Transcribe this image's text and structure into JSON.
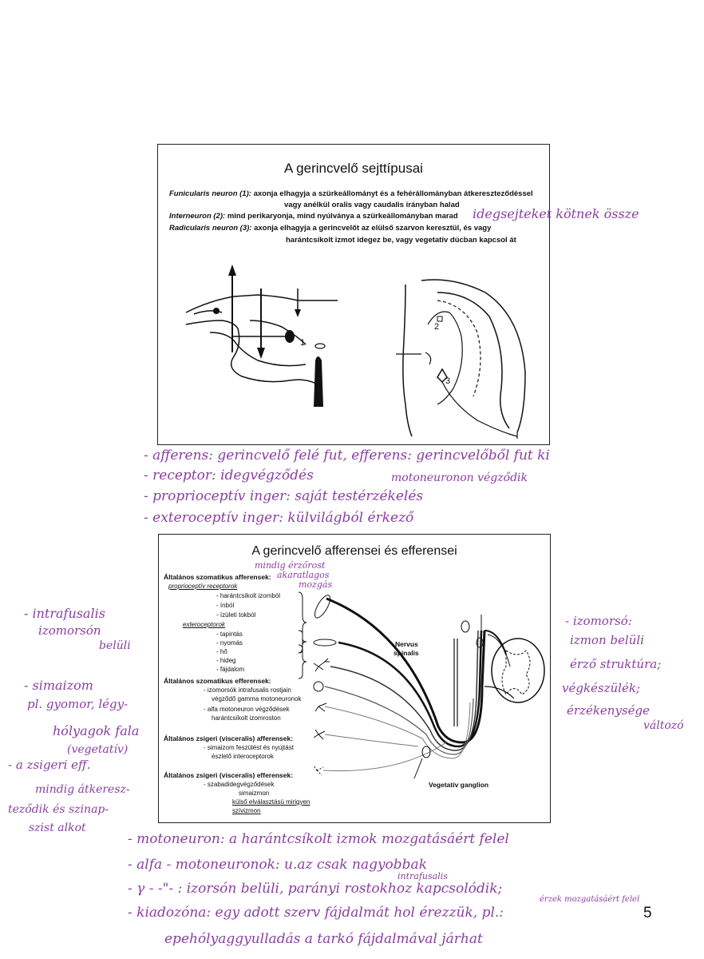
{
  "page_number": "5",
  "slide1": {
    "title": "A gerincvelő sejttípusai",
    "lines": [
      {
        "label": "Funicularis neuron (1):",
        "text": " axonja elhagyja a szürkeállományt és a fehérállományban átkereszteződéssel"
      },
      {
        "label": "",
        "text": "vagy anélkül oralis vagy caudalis irányban halad"
      },
      {
        "label": "Interneuron (2):",
        "text": " mind perikaryonja, mind nyúlványa a szürkeállományban marad"
      },
      {
        "label": "Radicularis neuron (3):",
        "text": " axonja elhagyja a gerincvelőt az elülső szarvon keresztül, és vagy"
      },
      {
        "label": "",
        "text": "harántcsíkolt izmot idegez be, vagy vegetatív dúcban kapcsol át"
      }
    ],
    "diagram_labels": [
      "1",
      "2",
      "3"
    ]
  },
  "notes_top": {
    "interneuron_note": "idegsejteket kötnek össze",
    "lines": [
      "- afferens: gerincvelő felé fut, efferens: gerincvelőből fut ki",
      "- receptor: idegvégződés",
      "- proprioceptív inger: saját testérzékelés",
      "- exteroceptív inger: külvilágból érkező"
    ],
    "motoneuron_note": "motoneuronon végződik"
  },
  "slide2": {
    "title": "A gerincvelő afferensei és efferensei",
    "sections": {
      "szom_aff": {
        "heading": "Általános szomatikus afferensek:",
        "proprio": "proprioceptív receptorok",
        "proprio_items": [
          "- harántcsíkolt izomból",
          "- ínból",
          "- ízületi tokból"
        ],
        "extero": "exteroceptorok",
        "extero_items": [
          "- tapintás",
          "- nyomás",
          "- hő",
          "- hideg",
          "- fájdalom"
        ]
      },
      "szom_eff": {
        "heading": "Általános szomatikus efferensek:",
        "items": [
          "- izomorsók intrafusalis rostjain",
          "végződő gamma motoneuronok",
          "- alfa motoneuron végződések",
          "harántcsíkolt izomroston"
        ]
      },
      "zsig_aff": {
        "heading": "Általános zsigeri (visceralis) afferensek:",
        "items": [
          "- simaizom feszülést és nyújtást",
          "észlelő interoceptorok"
        ]
      },
      "zsig_eff": {
        "heading": "Általános zsigeri (visceralis) efferensek:",
        "items": [
          "- szabadidegvégződések",
          "simaizmon",
          "külső elválasztású mirigyen",
          "szívizmon"
        ]
      }
    },
    "nervus_label": [
      "Nervus",
      "spinalis"
    ],
    "ganglion_label": "Vegetatív ganglion",
    "handwritten": [
      "mindig érzőrost",
      "akaratlagos",
      "mozgás"
    ]
  },
  "notes_left": [
    "- intrafusalis",
    "izomorsón",
    "belüli",
    "- simaizom",
    "pl. gyomor, légy-",
    "hólyagok fala",
    "(vegetatív)",
    "- a zsigeri eff.",
    "mindig átkeresz-",
    "teződik és szinap-",
    "szist alkot"
  ],
  "notes_right": [
    "- izomorsó:",
    "izmon belüli",
    "érző struktúra;",
    "végkészülék;",
    "érzékenysége",
    "változó"
  ],
  "notes_bottom": [
    "- motoneuron: a harántcsíkolt izmok mozgatásáért felel",
    "- alfa - motoneuronok: u.az csak nagyobbak",
    "- γ  -  -\"-  : izorsón belüli, parányi rostokhoz kapcsolódik;",
    "- kiadozóna: egy adott szerv fájdalmát hol érezzük, pl.:",
    "epehólyaggyulladás a tarkó fájdalmával járhat"
  ],
  "notes_bottom_small": [
    "intrafusalis",
    "érzek mozgatásáért felel"
  ]
}
